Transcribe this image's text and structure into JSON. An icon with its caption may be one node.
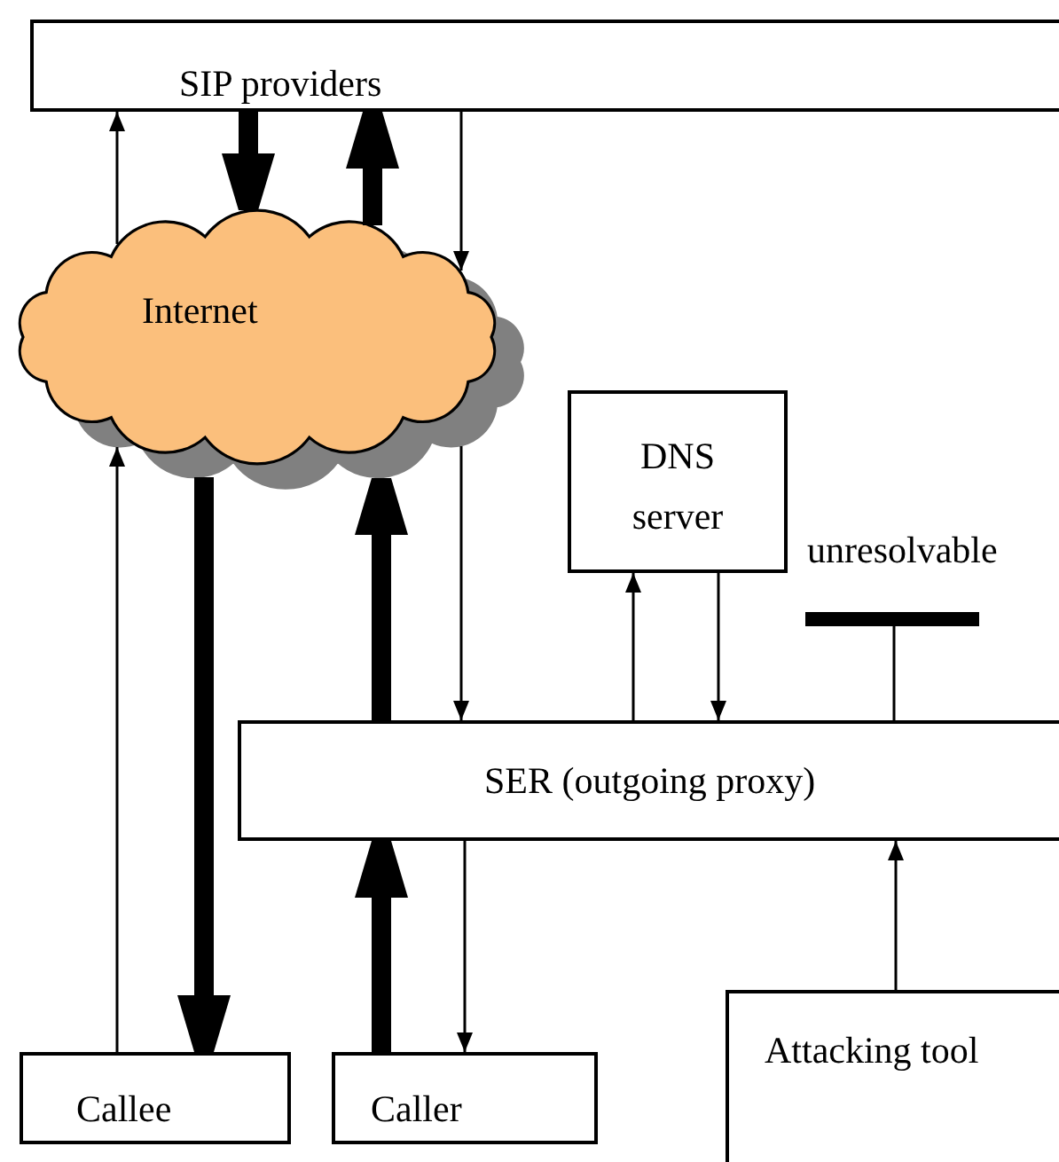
{
  "diagram": {
    "nodes": [
      {
        "text": [
          "SIP providers"
        ]
      },
      {
        "text": [
          "Internet"
        ]
      },
      {
        "text": [
          "DNS server"
        ]
      },
      {
        "text": [
          "unresolvable"
        ]
      },
      {
        "text": [
          "SER (outgoing proxy)"
        ]
      },
      {
        "text": [
          "Callee"
        ]
      },
      {
        "text": [
          "Caller"
        ]
      },
      {
        "text": [
          "Attacking tool"
        ]
      }
    ],
    "edges": [
      {
        "from": 1,
        "to": 0,
        "arrow": "to"
      },
      {
        "from": 0,
        "to": 1,
        "arrow": "to",
        "style": "thick"
      },
      {
        "from": 1,
        "to": 0,
        "arrow": "to",
        "style": "thick"
      },
      {
        "from": 0,
        "to": 1,
        "arrow": "to"
      },
      {
        "from": 1,
        "to": 4,
        "arrow": "to"
      },
      {
        "from": 1,
        "to": 5,
        "arrow": "to",
        "style": "thick"
      },
      {
        "from": 5,
        "to": 1,
        "arrow": "to"
      },
      {
        "from": 4,
        "to": 1,
        "arrow": "to",
        "style": "thick"
      },
      {
        "from": 4,
        "to": 2,
        "arrow": "to"
      },
      {
        "from": 2,
        "to": 4,
        "arrow": "to"
      },
      {
        "from": 4,
        "to": 3,
        "arrow": "none"
      },
      {
        "from": 6,
        "to": 4,
        "arrow": "to",
        "style": "thick"
      },
      {
        "from": 4,
        "to": 6,
        "arrow": "to"
      },
      {
        "from": 7,
        "to": 4,
        "arrow": "to"
      }
    ]
  }
}
